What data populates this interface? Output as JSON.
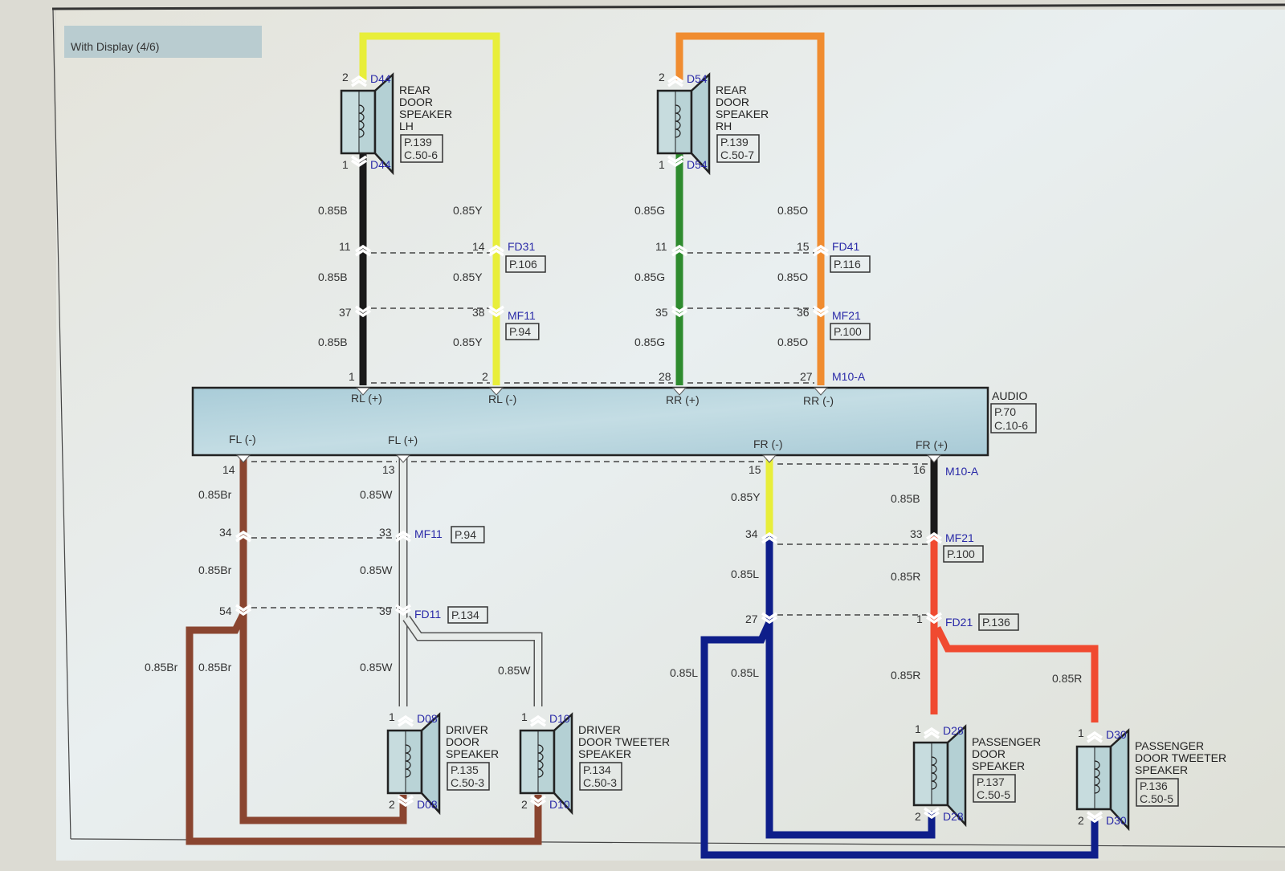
{
  "page": {
    "section_title": "With Display (4/6)",
    "colors": {
      "background": "#dcdbd3",
      "diagram_bg": "#e6ecec",
      "unit_fill": "#b4d2dc",
      "title_bar": "#b9ccd0",
      "connector_label": "#2a2aa8"
    }
  },
  "wire_colors": {
    "B": "#1a1a1a",
    "Y": "#e8ee3a",
    "G": "#2e8b2e",
    "O": "#f08c30",
    "Br": "#8a4530",
    "W": "#e8ecea",
    "L": "#0e1e8a",
    "R": "#f04a30"
  },
  "audio_unit": {
    "name": "AUDIO",
    "ref_page": "P.70",
    "ref_conn": "C.10-6",
    "connector": "M10-A",
    "top_pins": [
      {
        "label": "RL (+)",
        "pin": "1"
      },
      {
        "label": "RL (-)",
        "pin": "2"
      },
      {
        "label": "RR (+)",
        "pin": "28"
      },
      {
        "label": "RR (-)",
        "pin": "27"
      }
    ],
    "bottom_pins": [
      {
        "label": "FL (-)",
        "pin": "14"
      },
      {
        "label": "FL (+)",
        "pin": "13"
      },
      {
        "label": "FR (-)",
        "pin": "15"
      },
      {
        "label": "FR (+)",
        "pin": "16"
      }
    ]
  },
  "speakers": [
    {
      "name": [
        "REAR",
        "DOOR",
        "SPEAKER",
        "LH"
      ],
      "ref_page": "P.139",
      "ref_conn": "C.50-6",
      "connector": "D44",
      "pin_top": "2",
      "pin_bottom": "1"
    },
    {
      "name": [
        "REAR",
        "DOOR",
        "SPEAKER",
        "RH"
      ],
      "ref_page": "P.139",
      "ref_conn": "C.50-7",
      "connector": "D54",
      "pin_top": "2",
      "pin_bottom": "1"
    },
    {
      "name": [
        "DRIVER",
        "DOOR",
        "SPEAKER"
      ],
      "ref_page": "P.135",
      "ref_conn": "C.50-3",
      "connector": "D08",
      "pin_top": "1",
      "pin_bottom": "2"
    },
    {
      "name": [
        "DRIVER",
        "DOOR TWEETER",
        "SPEAKER"
      ],
      "ref_page": "P.134",
      "ref_conn": "C.50-3",
      "connector": "D10",
      "pin_top": "1",
      "pin_bottom": "2"
    },
    {
      "name": [
        "PASSENGER",
        "DOOR",
        "SPEAKER"
      ],
      "ref_page": "P.137",
      "ref_conn": "C.50-5",
      "connector": "D28",
      "pin_top": "1",
      "pin_bottom": "2"
    },
    {
      "name": [
        "PASSENGER",
        "DOOR TWEETER",
        "SPEAKER"
      ],
      "ref_page": "P.136",
      "ref_conn": "C.50-5",
      "connector": "D30",
      "pin_top": "1",
      "pin_bottom": "2"
    }
  ],
  "inline_connectors": {
    "FD31": {
      "ref": "P.106",
      "pins": [
        "11",
        "14"
      ]
    },
    "MF11_rear": {
      "name": "MF11",
      "ref": "P.94",
      "pins": [
        "37",
        "38"
      ]
    },
    "FD41": {
      "ref": "P.116",
      "pins": [
        "11",
        "15"
      ]
    },
    "MF21_rear": {
      "name": "MF21",
      "ref": "P.100",
      "pins": [
        "35",
        "36"
      ]
    },
    "MF11_front": {
      "name": "MF11",
      "ref": "P.94",
      "pins": [
        "34",
        "33"
      ]
    },
    "FD11": {
      "ref": "P.134",
      "pins": [
        "54",
        "39"
      ]
    },
    "MF21_front": {
      "name": "MF21",
      "ref": "P.100",
      "pins": [
        "34",
        "33"
      ]
    },
    "FD21": {
      "ref": "P.136",
      "pins": [
        "27",
        "1"
      ]
    }
  },
  "wire_labels": {
    "rl_plus": [
      "0.85B",
      "0.85B",
      "0.85B"
    ],
    "rl_minus": [
      "0.85Y",
      "0.85Y",
      "0.85Y"
    ],
    "rr_plus": [
      "0.85G",
      "0.85G",
      "0.85G"
    ],
    "rr_minus": [
      "0.85O",
      "0.85O",
      "0.85O"
    ],
    "fl_minus": [
      "0.85Br",
      "0.85Br",
      "0.85Br",
      "0.85Br"
    ],
    "fl_plus": [
      "0.85W",
      "0.85W",
      "0.85W",
      "0.85W"
    ],
    "fr_minus": [
      "0.85Y",
      "0.85L",
      "0.85L",
      "0.85L"
    ],
    "fr_plus": [
      "0.85B",
      "0.85R",
      "0.85R",
      "0.85R"
    ]
  }
}
